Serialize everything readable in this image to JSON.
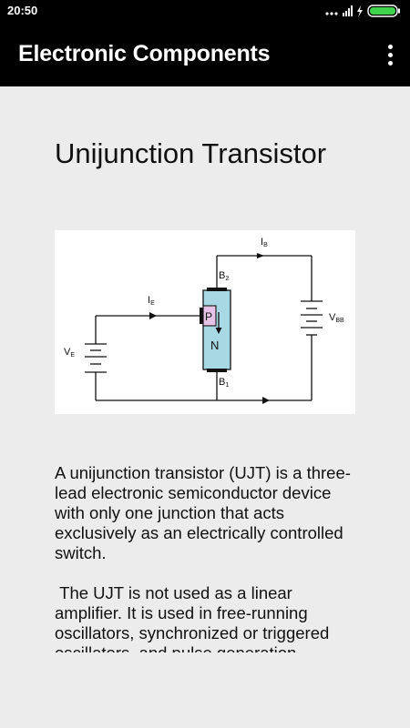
{
  "status": {
    "time": "20:50"
  },
  "toolbar": {
    "title": "Electronic Components"
  },
  "page": {
    "heading": "Unijunction Transistor",
    "paragraphs": [
      "A unijunction transistor (UJT) is a three-lead electronic semiconductor device with only one junction that acts exclusively as an electrically controlled switch.",
      " The UJT is not used as a linear amplifier. It is used in free-running oscillators, synchronized or triggered oscillators, and pulse generation"
    ]
  },
  "diagram": {
    "labels": {
      "ib": "I",
      "ib_sub": "B",
      "ie": "I",
      "ie_sub": "E",
      "b2": "B",
      "b2_sub": "2",
      "b1": "B",
      "b1_sub": "1",
      "ve": "V",
      "ve_sub": "E",
      "vbb": "V",
      "vbb_sub": "BB",
      "p": "P",
      "n": "N"
    },
    "colors": {
      "transistor_fill": "#a8d8e4",
      "p_region": "#e6c3e6"
    }
  }
}
